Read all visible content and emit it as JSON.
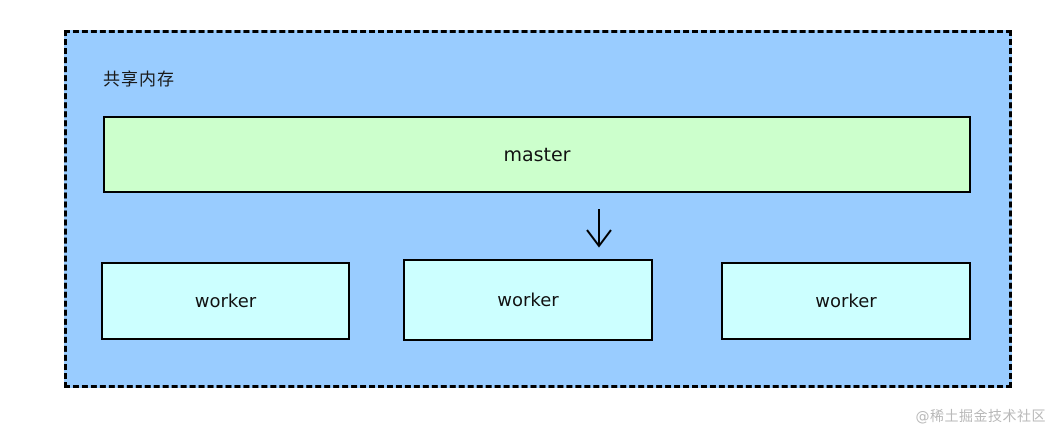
{
  "diagram": {
    "container": {
      "label": "共享内存",
      "fill": "#99ccff",
      "border_style": "dashed",
      "border_color": "#000000"
    },
    "master": {
      "label": "master",
      "fill": "#ccffcc",
      "border_color": "#000000"
    },
    "arrow": {
      "name": "down-arrow",
      "direction": "down",
      "color": "#000000"
    },
    "workers": [
      {
        "label": "worker",
        "fill": "#ccffff",
        "border_color": "#000000"
      },
      {
        "label": "worker",
        "fill": "#ccffff",
        "border_color": "#000000"
      },
      {
        "label": "worker",
        "fill": "#ccffff",
        "border_color": "#000000"
      }
    ]
  },
  "watermark": {
    "text": "@稀土掘金技术社区",
    "color": "#b9b9b9"
  }
}
